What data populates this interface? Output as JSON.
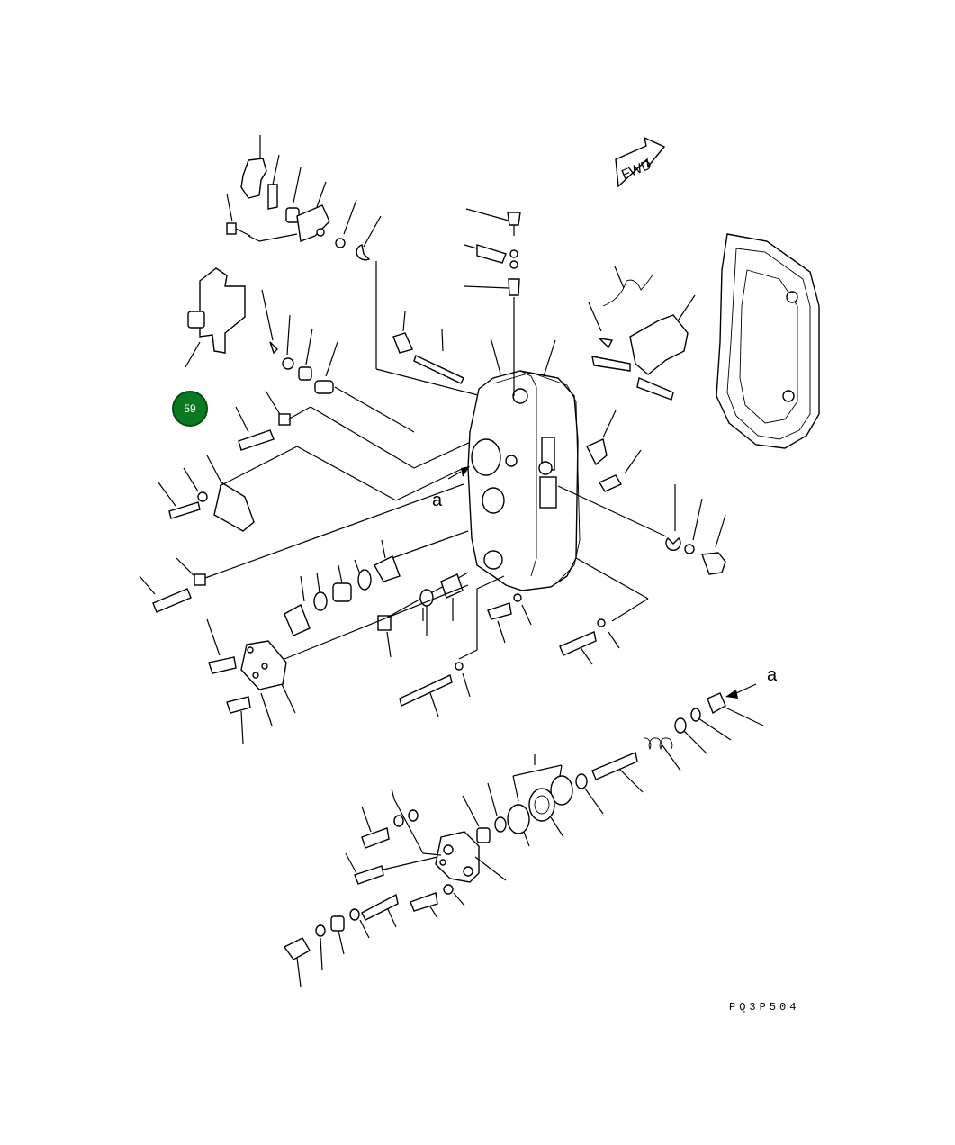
{
  "diagram": {
    "fwd_label": "FWD",
    "ref_letter_left": "a",
    "ref_letter_right": "a",
    "drawing_code": "PQ3P504"
  },
  "callout": {
    "number": "59",
    "color": "#0a7a22"
  }
}
